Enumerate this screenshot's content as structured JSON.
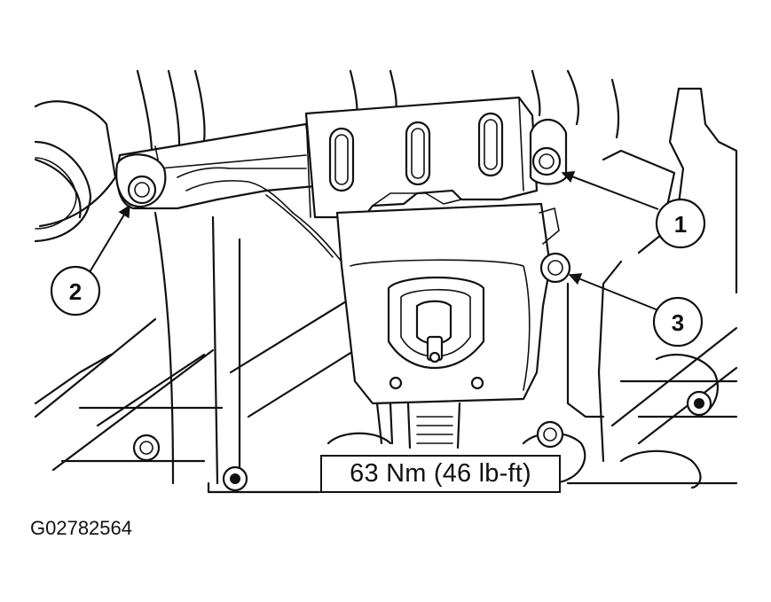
{
  "callouts": [
    {
      "number": "1",
      "target": "upper-right-bolt"
    },
    {
      "number": "2",
      "target": "left-bolt"
    },
    {
      "number": "3",
      "target": "lower-right-bolt"
    }
  ],
  "torque_spec": "63 Nm (46 lb-ft)",
  "figure_id": "G02782564"
}
